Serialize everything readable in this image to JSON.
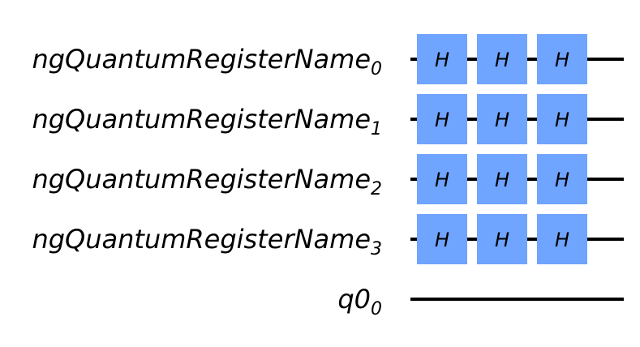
{
  "circuit": {
    "qubits": [
      {
        "name": "ngQuantumRegisterName",
        "index": "0"
      },
      {
        "name": "ngQuantumRegisterName",
        "index": "1"
      },
      {
        "name": "ngQuantumRegisterName",
        "index": "2"
      },
      {
        "name": "ngQuantumRegisterName",
        "index": "3"
      },
      {
        "name": "q0",
        "index": "0"
      }
    ],
    "gates": [
      {
        "qubit": 0,
        "column": 0,
        "label": "H"
      },
      {
        "qubit": 0,
        "column": 1,
        "label": "H"
      },
      {
        "qubit": 0,
        "column": 2,
        "label": "H"
      },
      {
        "qubit": 1,
        "column": 0,
        "label": "H"
      },
      {
        "qubit": 1,
        "column": 1,
        "label": "H"
      },
      {
        "qubit": 1,
        "column": 2,
        "label": "H"
      },
      {
        "qubit": 2,
        "column": 0,
        "label": "H"
      },
      {
        "qubit": 2,
        "column": 1,
        "label": "H"
      },
      {
        "qubit": 2,
        "column": 2,
        "label": "H"
      },
      {
        "qubit": 3,
        "column": 0,
        "label": "H"
      },
      {
        "qubit": 3,
        "column": 1,
        "label": "H"
      },
      {
        "qubit": 3,
        "column": 2,
        "label": "H"
      }
    ],
    "colors": {
      "gate_fill": "#6fa4ff",
      "wire": "#000000",
      "text": "#000000"
    }
  }
}
